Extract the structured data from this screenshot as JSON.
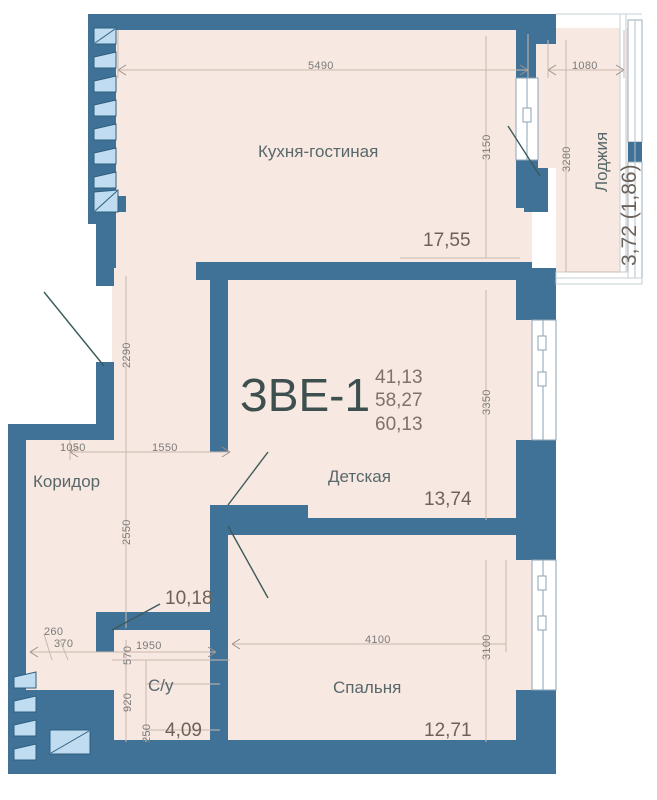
{
  "plan": {
    "code": "ЗВЕ-1",
    "code_areas": [
      "41,13",
      "58,27",
      "60,13"
    ],
    "colors": {
      "wall": "#3f7296",
      "floor": "#f7e8e1",
      "dimension_line": "#c9b8b0",
      "text": "#5c6b6b",
      "panel": "#bfdcf0",
      "background": "#ffffff"
    }
  },
  "rooms": [
    {
      "id": "kitchen-living",
      "name": "Кухня-гостиная",
      "area": "17,55"
    },
    {
      "id": "nursery",
      "name": "Детская",
      "area": "13,74"
    },
    {
      "id": "bedroom",
      "name": "Спальня",
      "area": "12,71"
    },
    {
      "id": "corridor",
      "name": "Коридор",
      "area": "10,18"
    },
    {
      "id": "bathroom",
      "name": "С/у",
      "area": "4,09"
    },
    {
      "id": "loggia",
      "name": "Лоджия",
      "area": "3,72 (1,86)"
    }
  ],
  "dimensions": {
    "top_main": "5490",
    "top_loggia": "1080",
    "kitchen_height": "3150",
    "loggia_height": "3280",
    "nursery_height": "3350",
    "bedroom_height": "3100",
    "bedroom_width": "4100",
    "corridor_left": "1050",
    "corridor_right": "1550",
    "corridor_height": "2550",
    "entry_height": "2290",
    "bath_a": "260",
    "bath_b": "370",
    "bath_c": "570",
    "bath_width": "1950",
    "bath_height": "920",
    "bath_d": "250"
  }
}
